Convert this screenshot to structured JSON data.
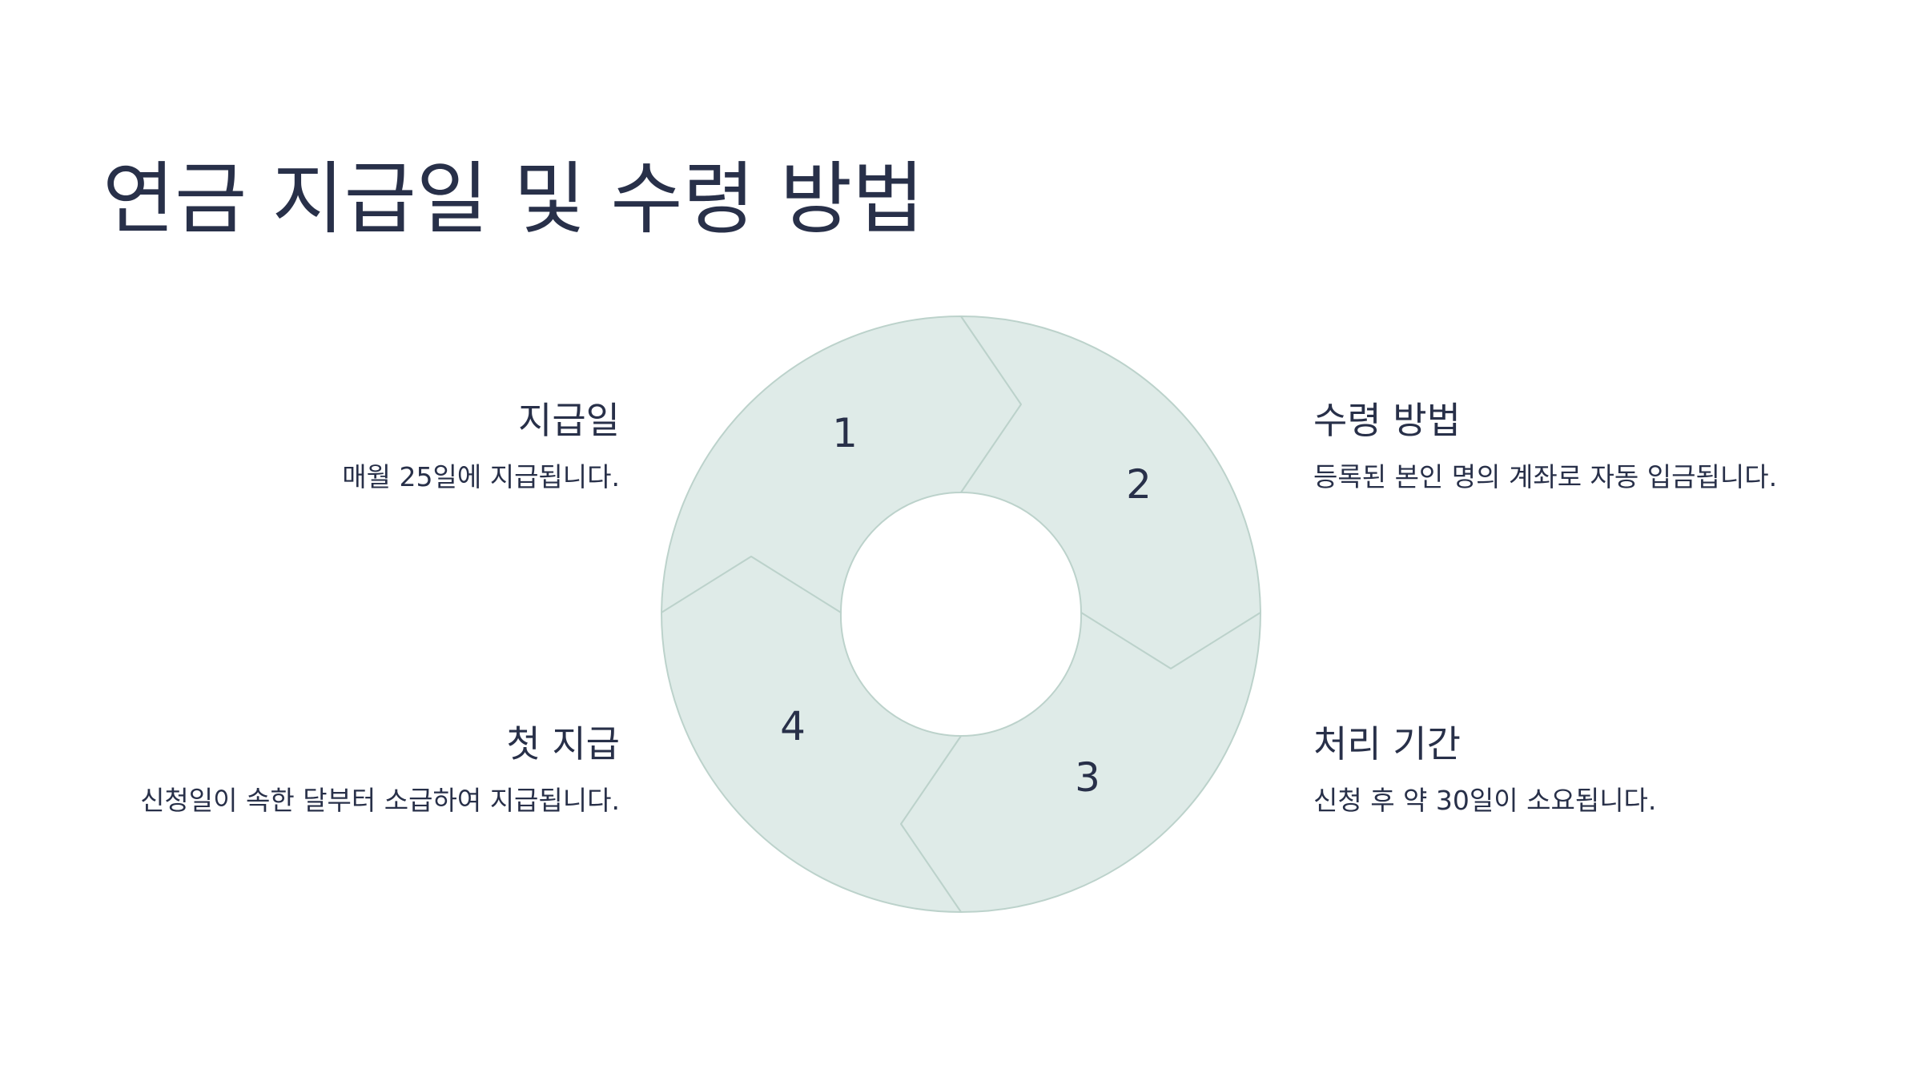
{
  "title": "연금 지급일 및 수령 방법",
  "diagram": {
    "type": "cycle",
    "fill_color": "#dfebe8",
    "stroke_color": "#bcd2cb",
    "text_color": "#283049",
    "segments": [
      {
        "number": "1",
        "heading": "지급일",
        "text": "매월 25일에 지급됩니다."
      },
      {
        "number": "2",
        "heading": "수령 방법",
        "text": "등록된 본인 명의 계좌로 자동 입금됩니다."
      },
      {
        "number": "3",
        "heading": "처리 기간",
        "text": "신청 후 약 30일이 소요됩니다."
      },
      {
        "number": "4",
        "heading": "첫 지급",
        "text": "신청일이 속한 달부터 소급하여 지급됩니다."
      }
    ]
  }
}
